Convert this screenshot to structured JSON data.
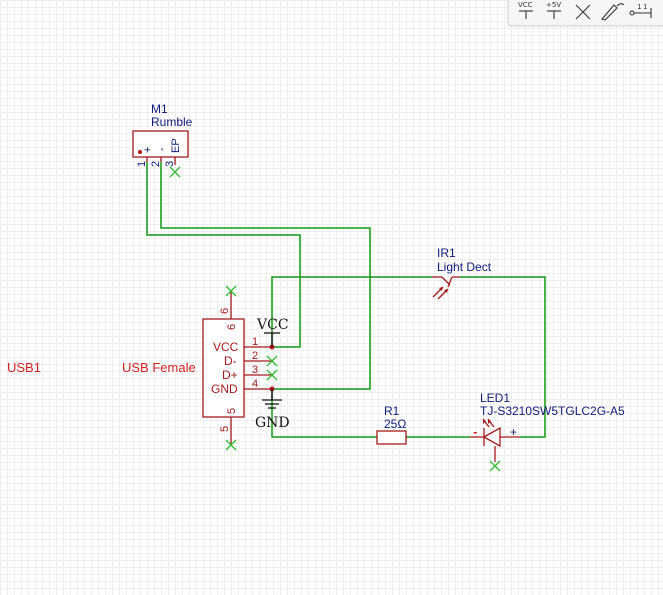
{
  "toolbar": {
    "vcc_label": "VCC",
    "plus5v_label": "+5V",
    "items": [
      "vcc-power-icon",
      "plus5v-power-icon",
      "no-connect-icon",
      "wire-draw-icon",
      "bus-entry-icon"
    ]
  },
  "motor": {
    "ref": "M1",
    "value": "Rumble",
    "pin_plus": "+",
    "pin_minus": "-",
    "pin_ep": "EP",
    "pin1": "1",
    "pin2": "2",
    "pin3": "3"
  },
  "usb": {
    "ref": "USB1",
    "value": "USB Female",
    "pins": [
      {
        "num": "1",
        "name": "VCC"
      },
      {
        "num": "2",
        "name": "D-"
      },
      {
        "num": "3",
        "name": "D+"
      },
      {
        "num": "4",
        "name": "GND"
      },
      {
        "num": "5",
        "name": ""
      },
      {
        "num": "6",
        "name": ""
      }
    ],
    "pin5_num": "5",
    "pin6_num": "6"
  },
  "power": {
    "vcc": "VCC",
    "gnd": "GND"
  },
  "ir": {
    "ref": "IR1",
    "value": "Light Dect"
  },
  "resistor": {
    "ref": "R1",
    "value": "25Ω"
  },
  "led": {
    "ref": "LED1",
    "value": "TJ-S3210SW5TGLC2G-A5",
    "minus": "-",
    "plus": "+"
  },
  "colors": {
    "wire": "#119911",
    "component": "#a41a1a",
    "reference": "#0e1a7a",
    "no_connect": "#33bb33",
    "red_label": "#d02020"
  }
}
